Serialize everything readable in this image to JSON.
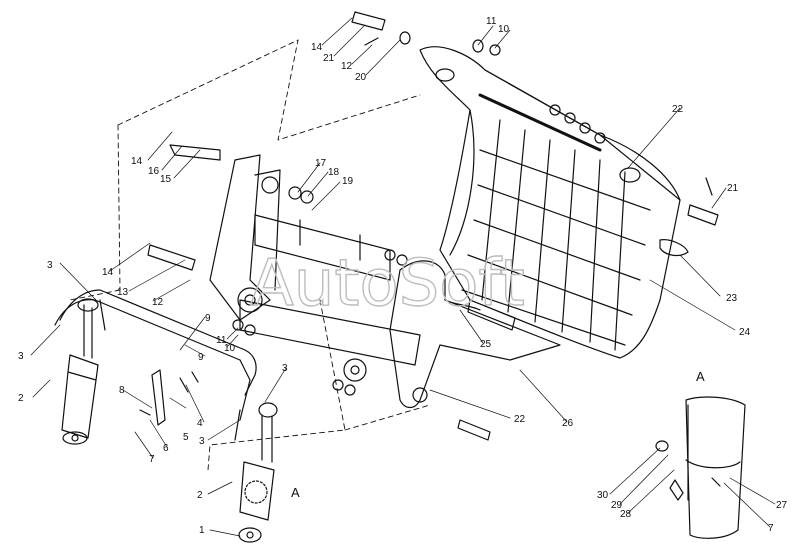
{
  "watermark": "AutoSoft",
  "detail_label": "A",
  "callouts": {
    "c14a": "14",
    "c21a": "21",
    "c12a": "12",
    "c20": "20",
    "c11a": "11",
    "c10a": "10",
    "c14b": "14",
    "c16": "16",
    "c15": "15",
    "c17": "17",
    "c18": "18",
    "c19": "19",
    "c22a": "22",
    "c21b": "21",
    "c23": "23",
    "c24": "24",
    "c3a": "3",
    "c14c": "14",
    "c13": "13",
    "c12b": "12",
    "c9a": "9",
    "c9b": "9",
    "c11b": "11",
    "c10b": "10",
    "c3b": "3",
    "c2a": "2",
    "c8": "8",
    "c5": "5",
    "c4": "4",
    "c6": "6",
    "c7a": "7",
    "c3c": "3",
    "c3d": "3",
    "c2b": "2",
    "c1": "1",
    "c25": "25",
    "c22b": "22",
    "c26": "26",
    "c30": "30",
    "c29": "29",
    "c28": "28",
    "c27": "27",
    "c7b": "7"
  }
}
